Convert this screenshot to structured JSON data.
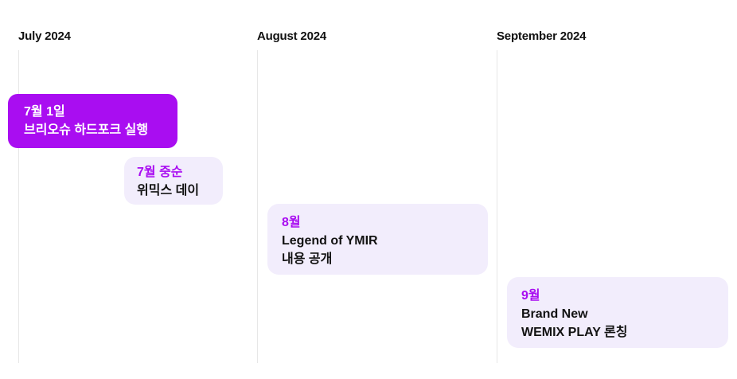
{
  "colors": {
    "accent_purple": "#a90df1",
    "card_light_bg": "#f2edfc",
    "text_dark": "#121212",
    "text_on_accent": "#ffffff",
    "gridline": "#e7e7e7"
  },
  "columns": [
    {
      "header": "July 2024",
      "events": [
        {
          "date": "7월 1일",
          "lines": [
            "브리오슈 하드포크 실행"
          ],
          "variant": "solid"
        },
        {
          "date": "7월 중순",
          "lines": [
            "위믹스 데이"
          ],
          "variant": "light"
        }
      ]
    },
    {
      "header": "August 2024",
      "events": [
        {
          "date": "8월",
          "lines": [
            "Legend of YMIR",
            "내용 공개"
          ],
          "variant": "light"
        }
      ]
    },
    {
      "header": "September 2024",
      "events": [
        {
          "date": "9월",
          "lines": [
            "Brand New",
            "WEMIX PLAY 론칭"
          ],
          "variant": "light"
        }
      ]
    }
  ]
}
